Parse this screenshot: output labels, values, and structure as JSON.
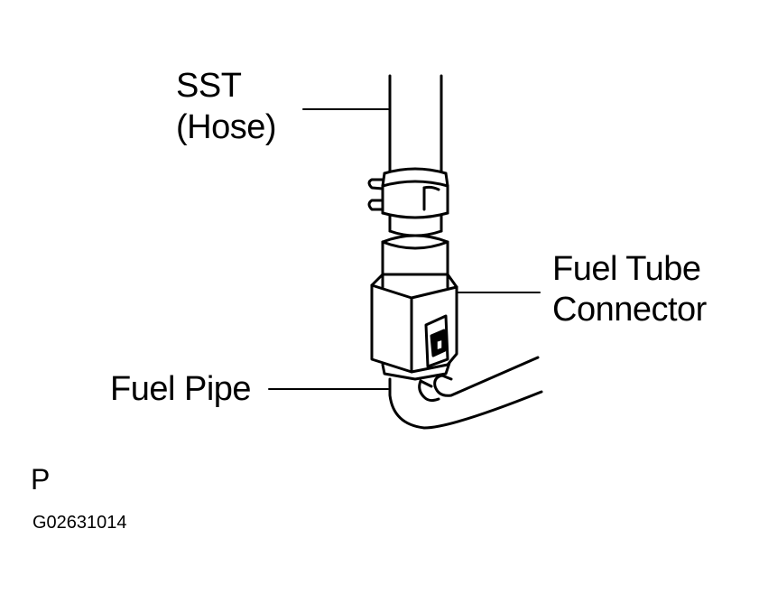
{
  "labels": {
    "sst_line1": "SST",
    "sst_line2": "(Hose)",
    "connector_line1": "Fuel Tube",
    "connector_line2": "Connector",
    "fuel_pipe": "Fuel Pipe"
  },
  "footer": {
    "marker": "P",
    "code": "G02631014"
  },
  "colors": {
    "ink": "#000000",
    "background": "#ffffff"
  }
}
